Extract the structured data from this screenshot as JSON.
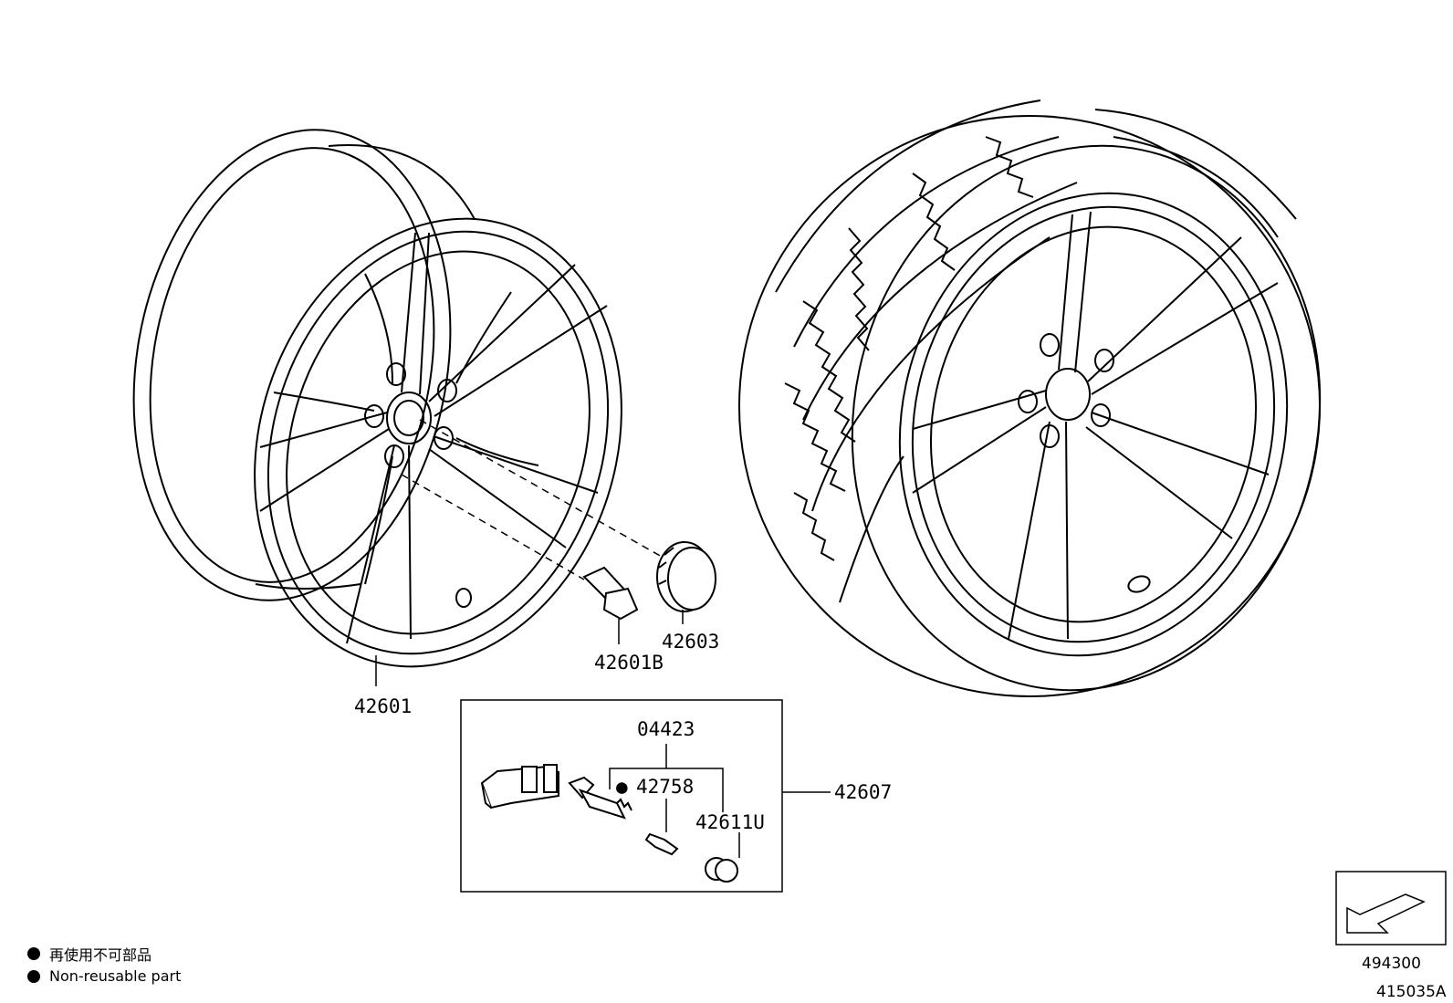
{
  "parts": {
    "wheel": "42601",
    "wheel_bolt": "42601B",
    "center_cap": "42603",
    "valve_core": "04423",
    "sensor_valve": "42758",
    "valve_cap": "42611U",
    "tpms_assembly": "42607",
    "box_ref": "494300"
  },
  "non_reusable_marker": "●",
  "legend": {
    "jp": "再使用不可部品",
    "en": "Non-reusable part"
  },
  "drawing_number": "415035A"
}
